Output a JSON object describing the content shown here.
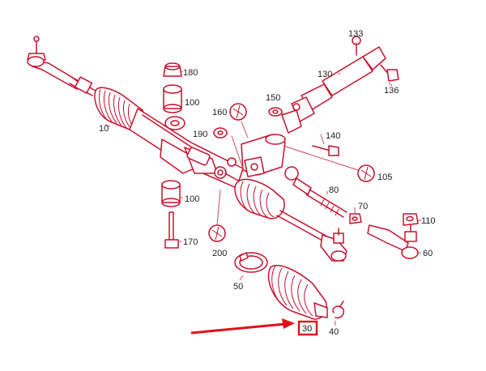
{
  "colors": {
    "part_line": "#c8102e",
    "leader": "#d04a5c",
    "highlight": "#e0101a",
    "label_text": "#222222",
    "background": "#ffffff"
  },
  "icons": [
    "wrench-icon"
  ],
  "callouts": {
    "p10": "10",
    "p30": "30",
    "p40": "40",
    "p50": "50",
    "p60": "60",
    "p70": "70",
    "p80": "80",
    "p100a": "100",
    "p100b": "100",
    "p105": "105",
    "p110": "110",
    "p130": "130",
    "p133": "133",
    "p136": "136",
    "p140": "140",
    "p150": "150",
    "p160": "160",
    "p170": "170",
    "p180": "180",
    "p190": "190",
    "p200": "200"
  },
  "highlight": {
    "part": "30"
  }
}
